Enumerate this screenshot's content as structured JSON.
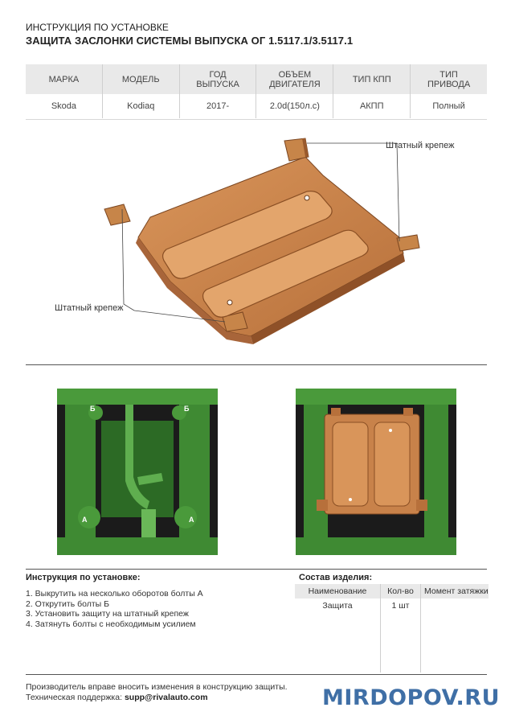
{
  "header": {
    "line1": "ИНСТРУКЦИЯ ПО УСТАНОВКЕ",
    "line2": "ЗАЩИТА ЗАСЛОНКИ СИСТЕМЫ ВЫПУСКА ОГ  1.5117.1/3.5117.1"
  },
  "spec_table": {
    "headers": [
      "МАРКА",
      "МОДЕЛЬ",
      "ГОД\nВЫПУСКА",
      "ОБЪЕМ\nДВИГАТЕЛЯ",
      "ТИП КПП",
      "ТИП\nПРИВОДА"
    ],
    "values": [
      "Skoda",
      "Kodiaq",
      "2017-",
      "2.0d(150л.с)",
      "АКПП",
      "Полный"
    ]
  },
  "drawing": {
    "callout_top": "Штатный крепеж",
    "callout_bottom": "Штатный крепеж",
    "photo_labels": [
      "Б",
      "Б",
      "А",
      "А"
    ]
  },
  "colors": {
    "plate": "#c8824a",
    "plate_dark": "#9a5a2c",
    "chassis": "#3f8a33"
  },
  "instructions": {
    "title": "Инструкция по установке:",
    "steps": [
      "1. Выкрутить на несколько оборотов болты А",
      "2. Открутить болты Б",
      "3. Установить защиту на штатный крепеж",
      "4. Затянуть болты с необходимым усилием"
    ]
  },
  "composition": {
    "title": "Состав изделия:",
    "headers": [
      "Наименование",
      "Кол-во",
      "Момент затяжки"
    ],
    "rows": [
      [
        "Защита",
        "1 шт",
        ""
      ]
    ]
  },
  "footer": {
    "notice": "Производитель вправе вносить изменения в конструкцию защиты.",
    "support_label": "Техническая поддержка: ",
    "support_email": "supp@rivalauto.com"
  },
  "watermark": "MIRDOPOV.RU"
}
